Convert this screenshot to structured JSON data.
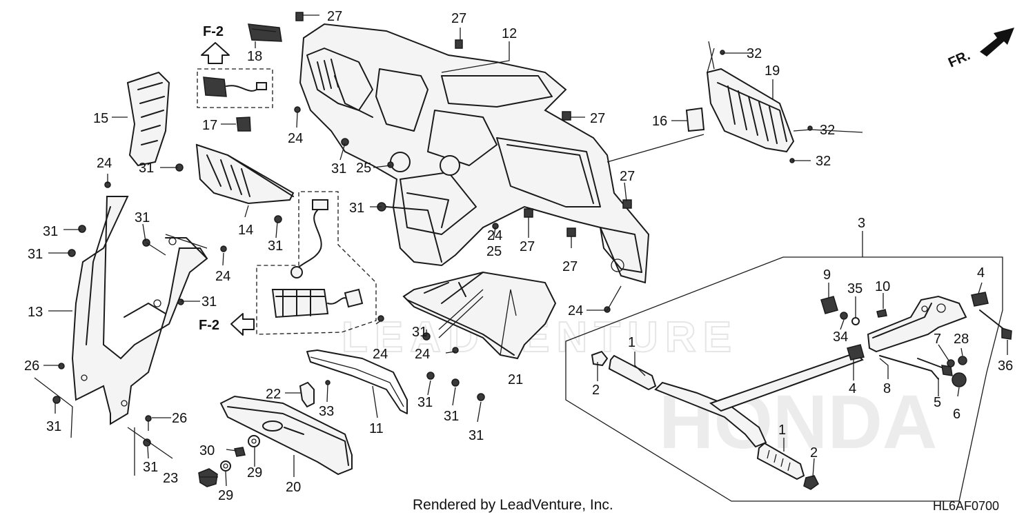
{
  "diagram": {
    "direction_marker": "FR.",
    "diagram_code": "HL6AF0700",
    "footer_text": "Rendered by LeadVenture, Inc.",
    "watermark": "LEADVENTURE",
    "brand_watermark": "HONDA",
    "reference_marks": [
      "F-2",
      "F-2"
    ],
    "callouts": [
      "1",
      "1",
      "2",
      "2",
      "3",
      "4",
      "4",
      "5",
      "6",
      "7",
      "8",
      "9",
      "10",
      "11",
      "12",
      "13",
      "14",
      "15",
      "16",
      "17",
      "18",
      "19",
      "20",
      "21",
      "22",
      "23",
      "24",
      "24",
      "24",
      "24",
      "24",
      "24",
      "24",
      "25",
      "25",
      "26",
      "26",
      "27",
      "27",
      "27",
      "27",
      "27",
      "27",
      "28",
      "29",
      "29",
      "30",
      "31",
      "31",
      "31",
      "31",
      "31",
      "31",
      "31",
      "31",
      "31",
      "31",
      "31",
      "31",
      "31",
      "31",
      "32",
      "32",
      "32",
      "33",
      "34",
      "35",
      "36"
    ]
  }
}
